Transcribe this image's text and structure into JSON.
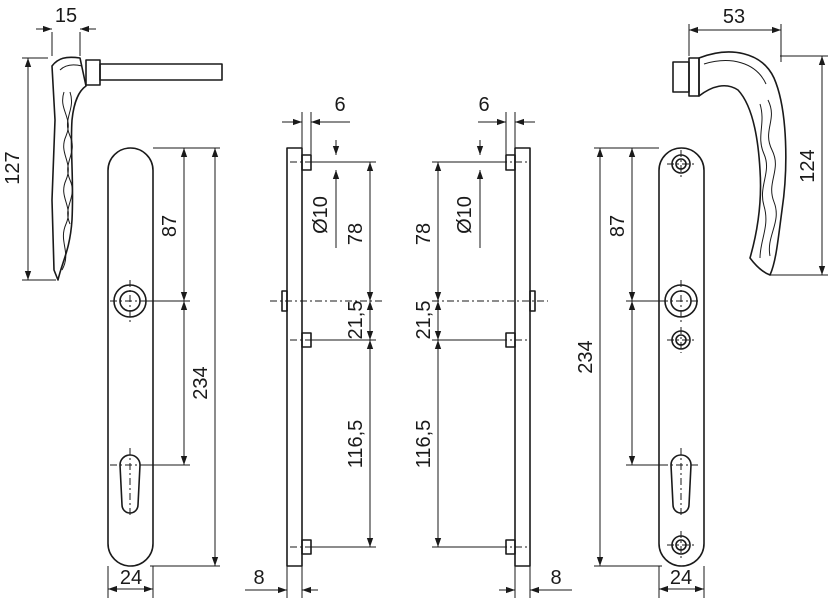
{
  "dimensions": {
    "handle_left_depth": "15",
    "handle_left_height": "127",
    "plate_height_left": "234",
    "spindle_to_top_left": "87",
    "plate_width_left": "24",
    "thickness_left": "8",
    "boss_width_left": "6",
    "hole_diameter_left": "Ø10",
    "top_to_spindle_left": "78",
    "spindle_to_hole_left": "21,5",
    "hole_to_bottom_left": "116,5",
    "boss_width_right": "6",
    "hole_diameter_right": "Ø10",
    "top_to_spindle_right": "78",
    "spindle_to_hole_right": "21,5",
    "hole_to_bottom_right": "116,5",
    "thickness_right": "8",
    "plate_height_right": "234",
    "spindle_to_top_right": "87",
    "plate_width_right": "24",
    "handle_right_reach": "53",
    "handle_right_height": "124"
  }
}
